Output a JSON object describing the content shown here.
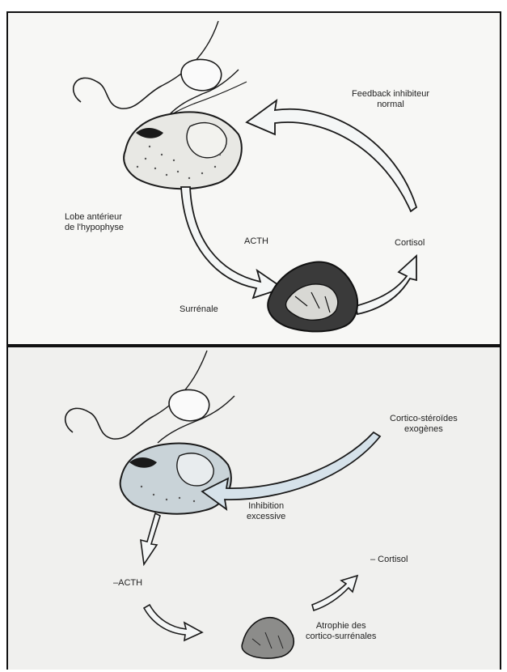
{
  "top_panel": {
    "feedback_label_line1": "Feedback inhibiteur",
    "feedback_label_line2": "normal",
    "lobe_label_line1": "Lobe antérieur",
    "lobe_label_line2": "de l'hypophyse",
    "acth_label": "ACTH",
    "cortisol_label": "Cortisol",
    "surrenale_label": "Surrénale"
  },
  "bottom_panel": {
    "steroids_label_line1": "Cortico-stéroïdes",
    "steroids_label_line2": "exogènes",
    "inhibition_label_line1": "Inhibition",
    "inhibition_label_line2": "excessive",
    "acth_label": "–ACTH",
    "cortisol_label": "– Cortisol",
    "atrophy_label_line1": "Atrophie des",
    "atrophy_label_line2": "cortico-surrénales"
  },
  "colors": {
    "ink": "#1a1a1a",
    "arrow_fill_light": "#e6eef2",
    "panel_bg": "#f7f7f5"
  }
}
